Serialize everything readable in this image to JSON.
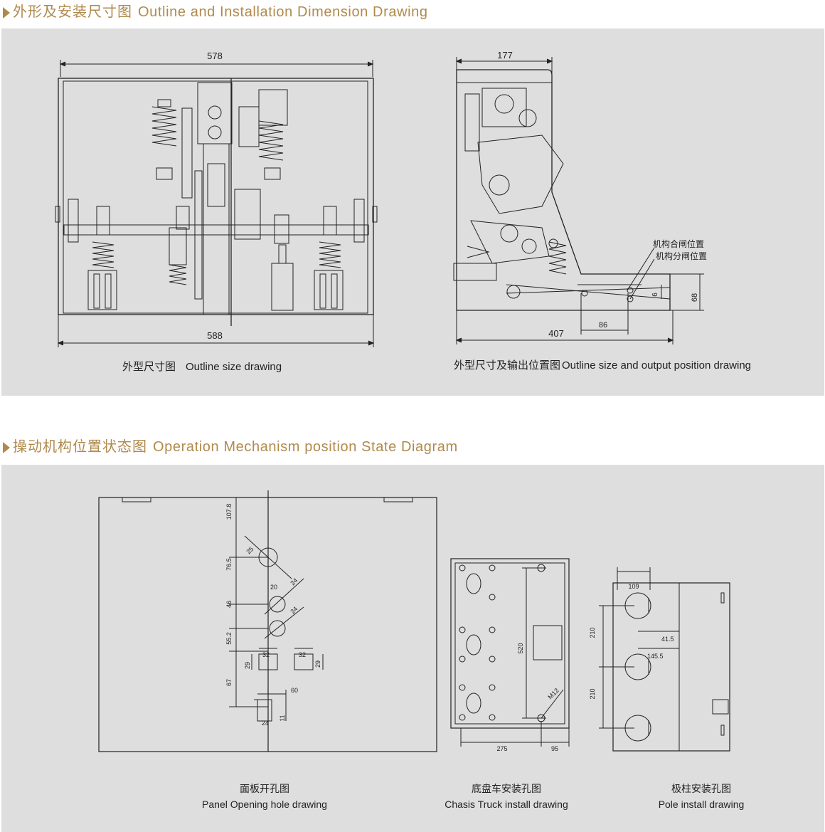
{
  "section1": {
    "title_cn": "外形及安装尺寸图",
    "title_en": "Outline and Installation Dimension Drawing",
    "outline_drawing": {
      "dim_top": "578",
      "dim_bottom": "588",
      "caption_cn": "外型尺寸图",
      "caption_en": "Outline size drawing"
    },
    "side_drawing": {
      "dim_top": "177",
      "dim_bottom": "407",
      "dim_86": "86",
      "dim_68": "68",
      "dim_6": "6",
      "label_close": "机构合闸位置",
      "label_open": "机构分闸位置",
      "caption_cn": "外型尺寸及输出位置图",
      "caption_en": "Outline size and output position drawing"
    }
  },
  "section2": {
    "title_cn": "操动机构位置状态图",
    "title_en": "Operation Mechanism position State Diagram",
    "panel_drawing": {
      "dims": [
        "107.8",
        "76.5",
        "46",
        "55.2",
        "67",
        "25",
        "24",
        "20",
        "24",
        "32",
        "29",
        "32",
        "29",
        "60",
        "24",
        "11"
      ],
      "caption_cn": "面板开孔图",
      "caption_en": "Panel Opening hole drawing"
    },
    "chassis_drawing": {
      "dim_520": "520",
      "dim_m12": "M12",
      "dim_275": "275",
      "dim_95": "95",
      "caption_cn": "底盘车安装孔图",
      "caption_en": "Chasis Truck install drawing"
    },
    "pole_drawing": {
      "dim_109": "109",
      "dim_210a": "210",
      "dim_210b": "210",
      "dim_41_5": "41.5",
      "dim_145_5": "145.5",
      "caption_cn": "极柱安装孔图",
      "caption_en": "Pole install drawing"
    }
  }
}
